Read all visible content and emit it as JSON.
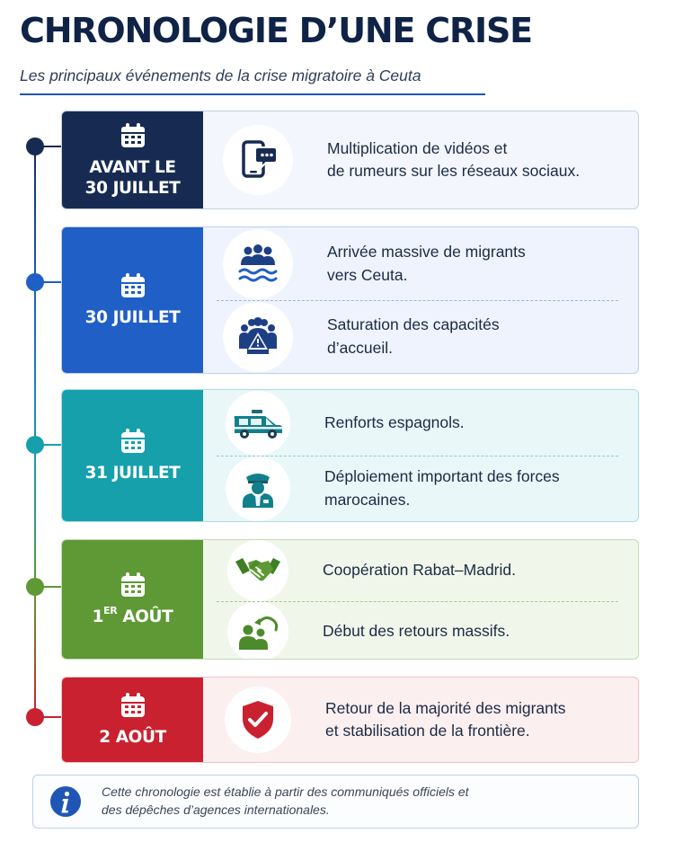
{
  "header": {
    "title": "CHRONOLOGIE D’UNE CRISE",
    "subtitle": "Les principaux événements de la crise migratoire à Ceuta"
  },
  "colors": {
    "navy": "#172b52",
    "blue": "#1f5fc6",
    "teal": "#16a0ac",
    "green": "#5e9935",
    "red": "#c92130"
  },
  "timeline": [
    {
      "date_line1": "AVANT LE",
      "date_line2": "30 JUILLET",
      "color": "navy",
      "events": [
        {
          "icon": "smartphone-chat-icon",
          "line1": "Multiplication de vidéos et",
          "line2": "de rumeurs sur les réseaux sociaux."
        }
      ]
    },
    {
      "date": "30 JUILLET",
      "color": "blue",
      "events": [
        {
          "icon": "crowd-waves-icon",
          "line1": "Arrivée massive de migrants",
          "line2": "vers Ceuta."
        },
        {
          "icon": "crowd-warning-icon",
          "line1": "Saturation des capacités",
          "line2": "d’accueil."
        }
      ]
    },
    {
      "date": "31 JUILLET",
      "color": "teal",
      "events": [
        {
          "icon": "police-van-icon",
          "line1": "Renforts espagnols."
        },
        {
          "icon": "police-officer-icon",
          "line1": "Déploiement important des forces",
          "line2": "marocaines."
        }
      ]
    },
    {
      "date_number": "1",
      "date_sup": "ER",
      "date_rest": "AOÛT",
      "color": "green",
      "events": [
        {
          "icon": "handshake-icon",
          "line1": "Coopération Rabat–Madrid."
        },
        {
          "icon": "people-return-icon",
          "line1": "Début des retours massifs."
        }
      ]
    },
    {
      "date": "2 AOÛT",
      "color": "red",
      "events": [
        {
          "icon": "shield-check-icon",
          "line1": "Retour de la majorité des migrants",
          "line2": "et stabilisation de la frontière."
        }
      ]
    }
  ],
  "note": {
    "icon": "info-icon",
    "line1": "Cette chronologie est établie à partir des communiqués officiels et",
    "line2": "des dépêches d’agences internationales."
  }
}
